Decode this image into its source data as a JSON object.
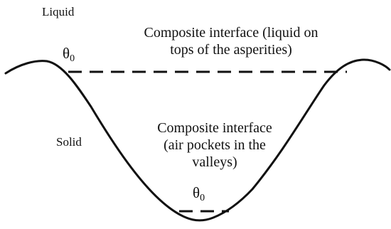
{
  "labels": {
    "liquid": "Liquid",
    "solid": "Solid",
    "top_interface": {
      "line1": "Composite interface (liquid on",
      "line2": "tops of the asperities)"
    },
    "valley_interface": {
      "line1": "Composite interface",
      "line2": "(air pockets in the",
      "line3": "valleys)"
    },
    "theta_symbol": "θ",
    "theta_subscript": "0"
  },
  "colors": {
    "ink": "#111111",
    "background": "#ffffff"
  }
}
